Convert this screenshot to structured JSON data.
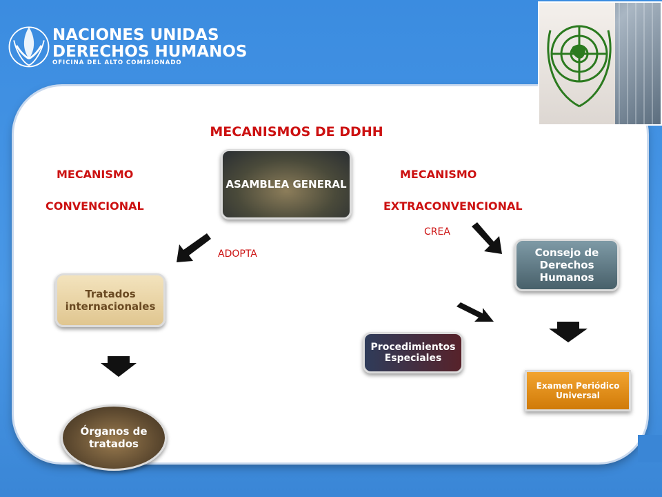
{
  "header": {
    "logo_line1": "NACIONES UNIDAS",
    "logo_line2": "DERECHOS HUMANOS",
    "logo_line3": "OFICINA DEL ALTO COMISIONADO"
  },
  "diagram": {
    "title": "MECANISMOS DE DDHH",
    "left_label_1": "MECANISMO",
    "left_label_2": "CONVENCIONAL",
    "right_label_1": "MECANISMO",
    "right_label_2": "EXTRACONVENCIONAL",
    "adopta": "ADOPTA",
    "crea": "CREA",
    "nodes": {
      "asamblea": "ASAMBLEA GENERAL",
      "consejo": "Consejo de Derechos Humanos",
      "tratados": "Tratados internacionales",
      "procedimientos": "Procedimientos Especiales",
      "examen": "Examen Periódico Universal",
      "organos": "Órganos de tratados"
    }
  },
  "colors": {
    "background": "#3d8fe0",
    "accent_red": "#cc1111",
    "arrow": "#111111"
  }
}
